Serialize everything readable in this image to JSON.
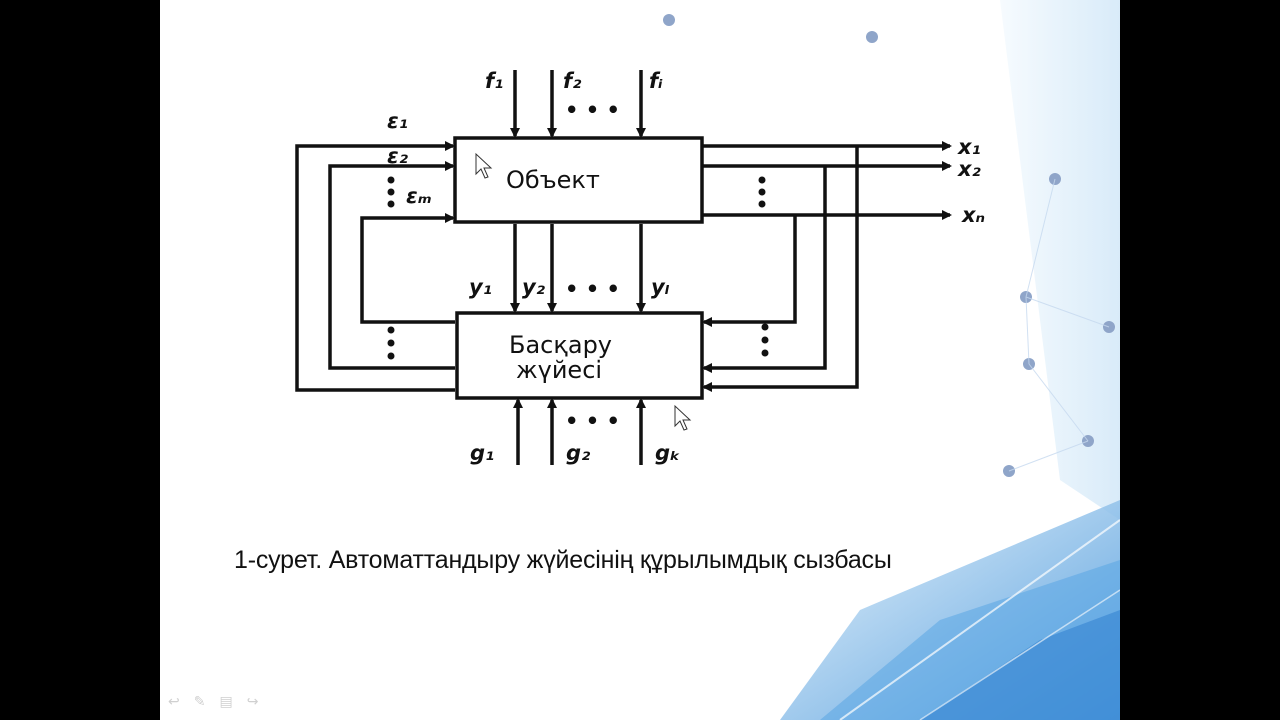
{
  "diagram": {
    "object_label": "Объект",
    "control_label_line1": "Басқару",
    "control_label_line2": "жүйесі",
    "inputs_top": [
      "f₁",
      "f₂",
      "fᵢ"
    ],
    "inputs_left": [
      "ε₁",
      "ε₂",
      "εₘ"
    ],
    "outputs_right": [
      "x₁",
      "x₂",
      "xₙ"
    ],
    "middle_signals": [
      "y₁",
      "y₂",
      "yₗ"
    ],
    "inputs_bottom": [
      "g₁",
      "g₂",
      "gₖ"
    ],
    "ellipsis": "• • •"
  },
  "caption": "1-сурет. Автоматтандыру жүйесінің құрылымдық сызбасы",
  "nav": {
    "prev": "↩",
    "pen": "✎",
    "menu": "▤",
    "next": "↪"
  }
}
